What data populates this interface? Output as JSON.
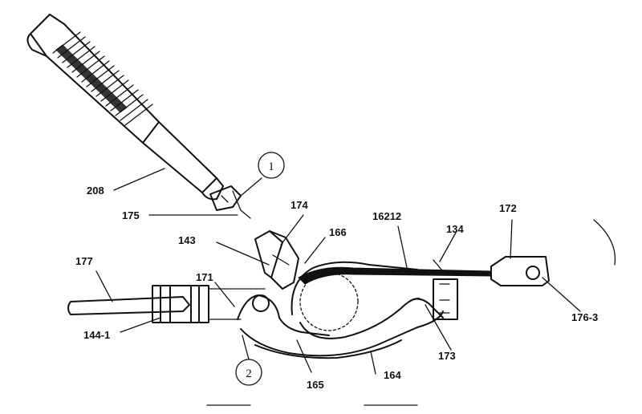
{
  "callouts": [
    "208",
    "175",
    "174",
    "143",
    "166",
    "16212",
    "134",
    "172",
    "177",
    "171",
    "144-1",
    "176-3",
    "173",
    "165",
    "164"
  ],
  "circled_numbers": [
    "1",
    "2"
  ]
}
